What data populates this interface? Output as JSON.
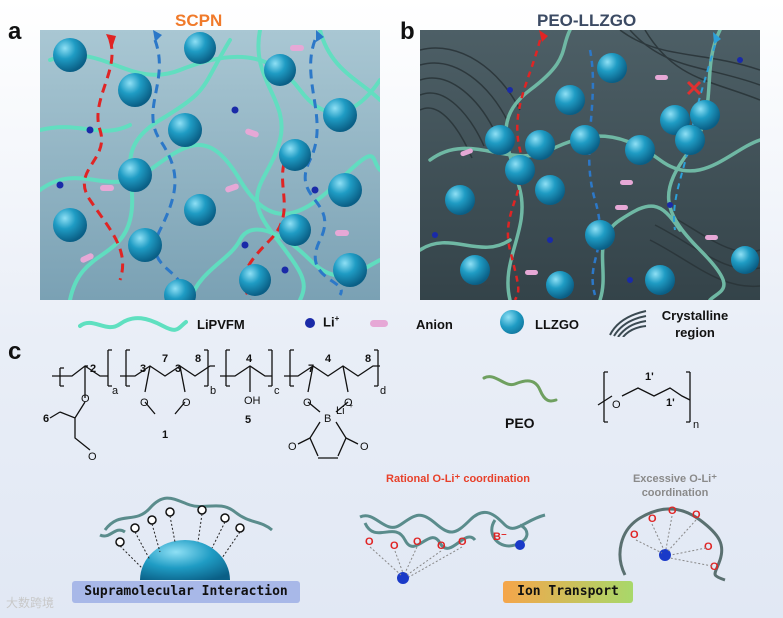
{
  "panels": {
    "a": {
      "letter": "a",
      "title": "SCPN",
      "title_color": "#f07a2a"
    },
    "b": {
      "letter": "b",
      "title": "PEO-LLZGO",
      "title_color": "#3b4a63"
    },
    "c": {
      "letter": "c"
    }
  },
  "legend": {
    "lipvfm": "LiPVFM",
    "li": "Li",
    "li_sup": "+",
    "anion": "Anion",
    "llzgo": "LLZGO",
    "crystalline": "Crystalline region"
  },
  "structure": {
    "subscripts": {
      "a": "a",
      "b": "b",
      "c": "c",
      "d": "d",
      "n": "n"
    },
    "carbon_numbers": [
      "2",
      "3",
      "7",
      "3",
      "8",
      "4",
      "7",
      "4",
      "8",
      "1",
      "5",
      "6"
    ],
    "atoms": {
      "O": "O",
      "OH": "OH",
      "B": "B",
      "Li": "Li",
      "plus": "+"
    },
    "peo_numbers": [
      "1'",
      "1'"
    ],
    "peo_label": "PEO"
  },
  "bottom": {
    "rational": "Rational O-Li⁺ coordination",
    "rational_color": "#e8402a",
    "excessive": "Excessive O-Li⁺ coordination",
    "excessive_color": "#8a8a8a",
    "b_minus": "B⁻",
    "supramolecular": "Supramolecular Interaction",
    "ion_transport": "Ion Transport"
  },
  "watermark": "大数跨境",
  "colors": {
    "polymer": "#5fe0c0",
    "sphere": "#1f9cc4",
    "red_path": "#e02424",
    "blue_path": "#2c78c8",
    "anion": "#e6a8d6",
    "li_dot": "#1a2aa8"
  }
}
